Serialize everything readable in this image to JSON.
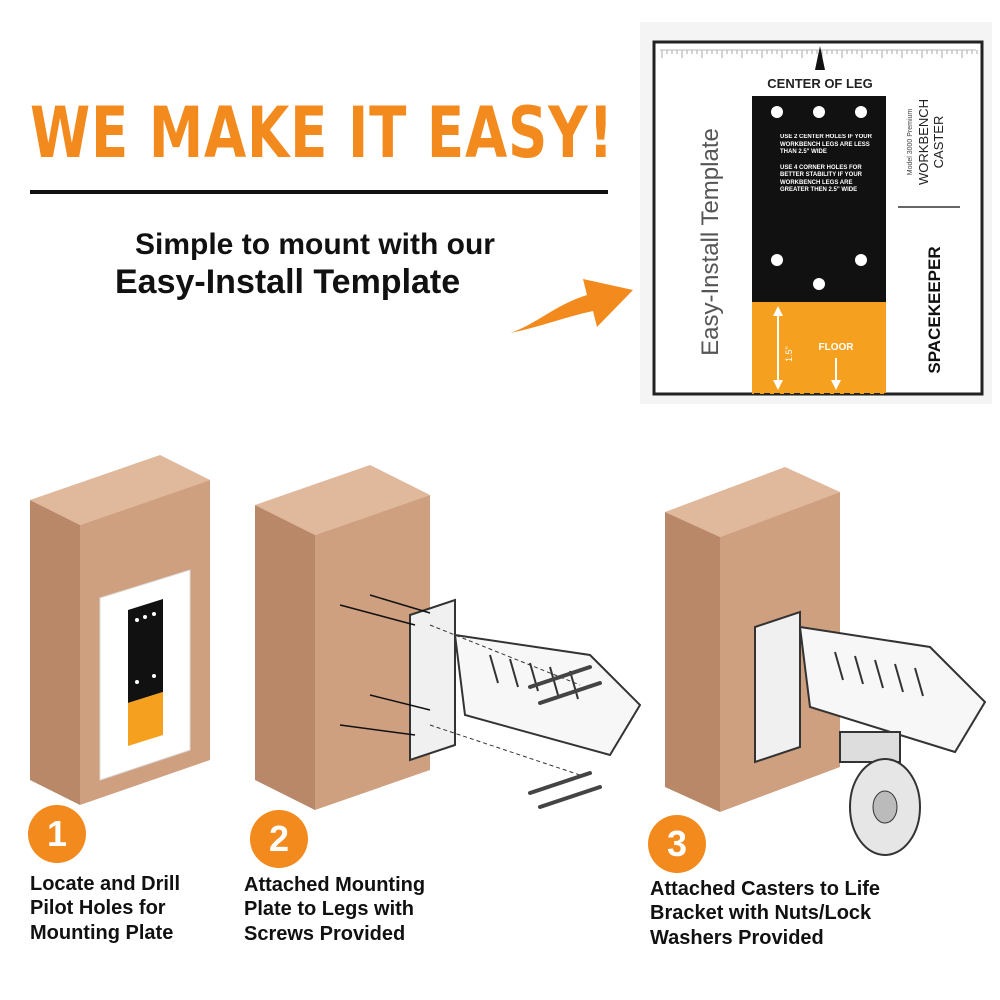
{
  "headline": "WE MAKE IT EASY!",
  "subheading": {
    "line1": "Simple to mount with our",
    "line2": "Easy-Install Template"
  },
  "template": {
    "center_label": "CENTER OF LEG",
    "instructions_1": "USE 2 CENTER HOLES IF YOUR WORKBENCH LEGS ARE LESS THAN 2.5\" WIDE",
    "instructions_2": "USE 4 CORNER HOLES FOR BETTER STABILITY IF YOUR WORKBENCH LEGS ARE GREATER THEN 2.5\" WIDE",
    "side_title": "Easy-Install Template",
    "model": "Model 3000 Premium",
    "product_line1": "WORKBENCH",
    "product_line2": "CASTER",
    "brand": "SPACEKEEPER",
    "floor_label": "FLOOR",
    "offset_label": "1.5\""
  },
  "steps": [
    {
      "number": "1",
      "text": "Locate and Drill\nPilot Holes for\nMounting Plate"
    },
    {
      "number": "2",
      "text": "Attached Mounting\nPlate to Legs with\nScrews Provided"
    },
    {
      "number": "3",
      "text": "Attached Casters to Life\nBracket with Nuts/Lock\nWashers Provided"
    }
  ],
  "colors": {
    "accent": "#f28a1e",
    "wood": "#c99a7a",
    "dark": "#111111"
  }
}
